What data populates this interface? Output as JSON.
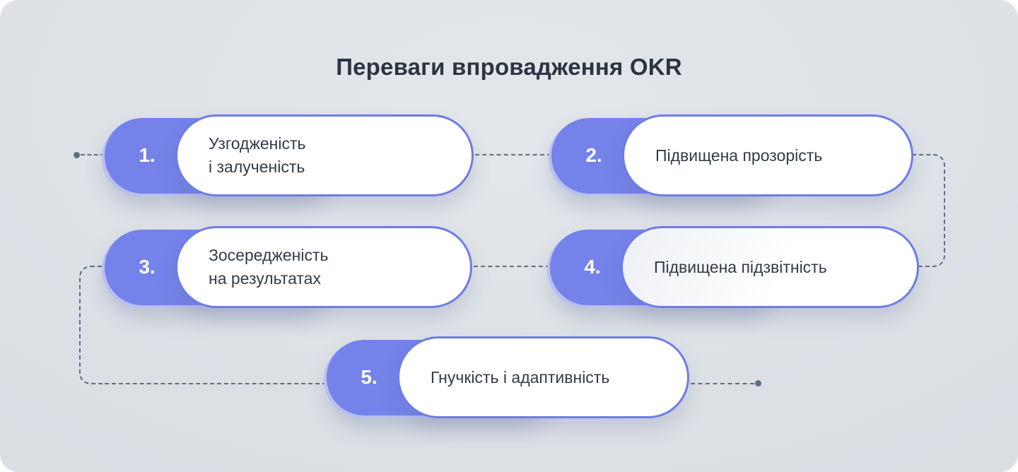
{
  "title": "Переваги впровадження OKR",
  "items": [
    {
      "number": "1.",
      "label": "Узгодженість\nі залученість"
    },
    {
      "number": "2.",
      "label": "Підвищена прозорість"
    },
    {
      "number": "3.",
      "label": "Зосередженість\nна результатах"
    },
    {
      "number": "4.",
      "label": "Підвищена підзвітність"
    },
    {
      "number": "5.",
      "label": "Гнучкість і адаптивність"
    }
  ],
  "colors": {
    "background": "#dbdfe4",
    "page": "#ffffff",
    "accent_purple": "#7482e9",
    "accent_purple_light": "#b7c0f3",
    "pill_border": "#6e7ce8",
    "connector": "#5d6c89",
    "title_text": "#2b3542",
    "label_text": "#333b47",
    "number_text": "#ffffff"
  }
}
